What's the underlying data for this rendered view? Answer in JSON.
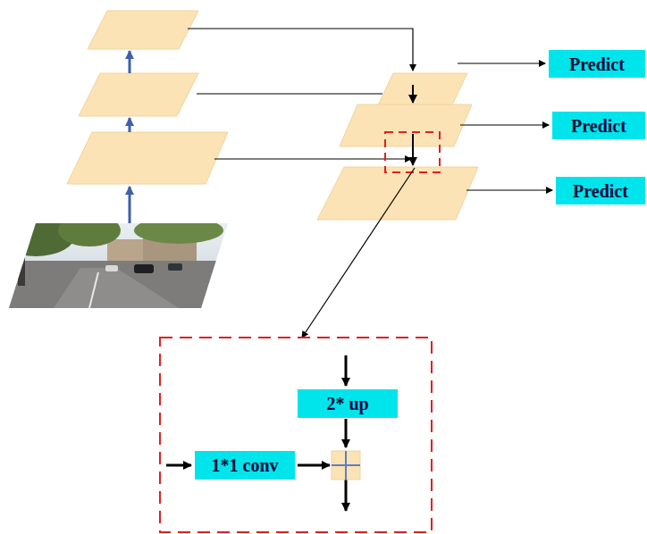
{
  "diagram": {
    "nodes": [
      {
        "text": [
          "Predict"
        ]
      },
      {
        "text": [
          "Predict"
        ]
      },
      {
        "text": [
          "Predict"
        ]
      },
      {
        "text": [
          "2* up"
        ]
      },
      {
        "text": [
          "1*1 conv"
        ]
      }
    ]
  }
}
